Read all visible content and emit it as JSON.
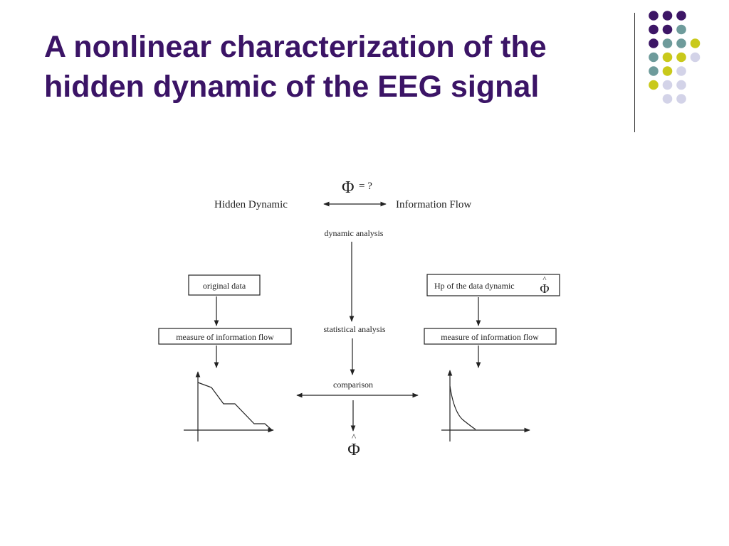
{
  "slide": {
    "title_line1": "A nonlinear characterization of the",
    "title_line2": "hidden dynamic of the EEG signal"
  },
  "colors": {
    "title": "#3b1466",
    "dot_purple": "#3d1666",
    "dot_teal": "#6e9b9b",
    "dot_yellow": "#c9c91b",
    "dot_lavender": "#d3d3e8",
    "rule": "#333333"
  },
  "decoration": {
    "dot_grid": [
      [
        "purple",
        "purple",
        "purple",
        "",
        ""
      ],
      [
        "purple",
        "purple",
        "teal",
        "",
        ""
      ],
      [
        "purple",
        "teal",
        "teal",
        "yellow",
        ""
      ],
      [
        "teal",
        "yellow",
        "yellow",
        "lavender",
        ""
      ],
      [
        "teal",
        "yellow",
        "lavender",
        "",
        ""
      ],
      [
        "yellow",
        "lavender",
        "lavender",
        "",
        ""
      ],
      [
        "",
        "lavender",
        "lavender",
        "",
        ""
      ]
    ]
  },
  "diagram": {
    "phi_symbol": "Φ",
    "phi_question": "= ?",
    "hidden_dynamic": "Hidden Dynamic",
    "information_flow": "Information Flow",
    "dynamic_analysis": "dynamic analysis",
    "original_data": "original data",
    "hp_data_dynamic": "Hp of the data dynamic",
    "measure_left": "measure of information flow",
    "measure_right": "measure of information flow",
    "statistical_analysis": "statistical analysis",
    "comparison": "comparison",
    "phi_hat": "Φ",
    "hat": "^"
  }
}
